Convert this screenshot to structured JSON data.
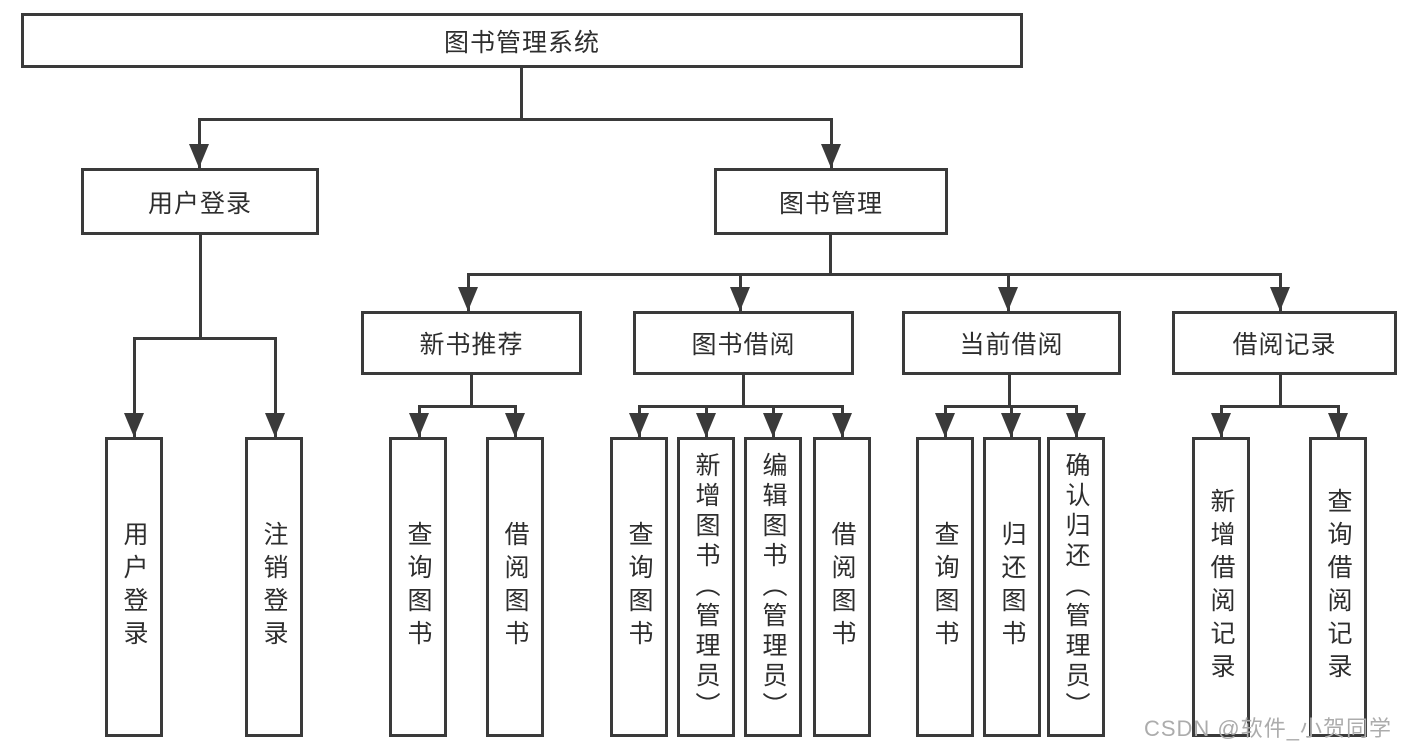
{
  "diagram": {
    "root": "图书管理系统",
    "level2": [
      "用户登录",
      "图书管理"
    ],
    "level3": [
      "新书推荐",
      "图书借阅",
      "当前借阅",
      "借阅记录"
    ],
    "leaves": {
      "user_login": [
        "用户登录",
        "注销登录"
      ],
      "new_book": [
        "查询图书",
        "借阅图书"
      ],
      "book_borrow": [
        "查询图书",
        "新增图书（管理员）",
        "编辑图书（管理员）",
        "借阅图书"
      ],
      "current_borrow": [
        "查询图书",
        "归还图书",
        "确认归还（管理员）"
      ],
      "records": [
        "新增借阅记录",
        "查询借阅记录"
      ]
    }
  },
  "watermark": "CSDN @软件_小贺同学",
  "colors": {
    "line": "#3a3a3a",
    "text": "#2e2e2e",
    "box_background": "#ffffff",
    "watermark_text": "#acacac",
    "page_background": "#ffffff"
  }
}
